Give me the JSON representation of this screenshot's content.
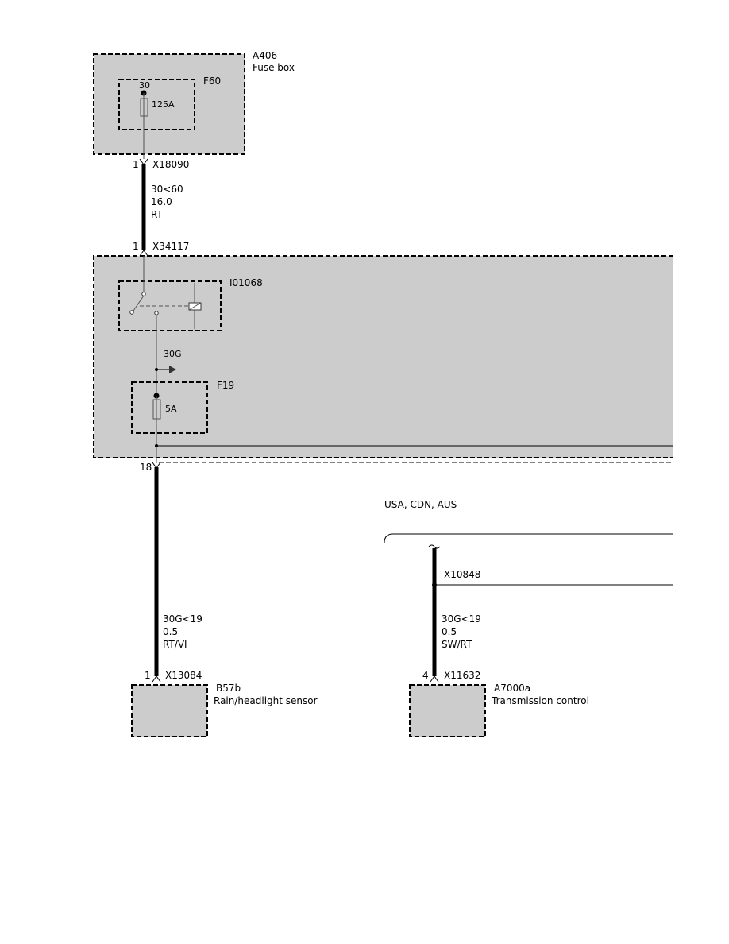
{
  "components": {
    "fuse_box": {
      "id": "A406",
      "name": "Fuse box"
    },
    "fuse_f60": {
      "id": "F60",
      "terminal": "30",
      "rating": "125A"
    },
    "relay": {
      "id": "I01068"
    },
    "fuse_f19": {
      "id": "F19",
      "rating": "5A"
    },
    "rain_sensor": {
      "id": "B57b",
      "name": "Rain/headlight sensor"
    },
    "transmission": {
      "id": "A7000a",
      "name": "Transmission control"
    }
  },
  "connectors": {
    "x18090": {
      "pin": "1",
      "id": "X18090"
    },
    "x34117": {
      "pin": "1",
      "id": "X34117"
    },
    "pin18": {
      "pin": "18"
    },
    "x13084": {
      "pin": "1",
      "id": "X13084"
    },
    "x10848": {
      "id": "X10848"
    },
    "x11632": {
      "pin": "4",
      "id": "X11632"
    }
  },
  "wires": {
    "w1": {
      "circuit": "30<60",
      "size": "16.0",
      "color": "RT"
    },
    "w2": {
      "circuit": "30G<19",
      "size": "0.5",
      "color": "RT/VI"
    },
    "w3": {
      "circuit": "30G<19",
      "size": "0.5",
      "color": "SW/RT"
    },
    "branch": {
      "circuit": "30G"
    }
  },
  "region_note": "USA, CDN, AUS"
}
